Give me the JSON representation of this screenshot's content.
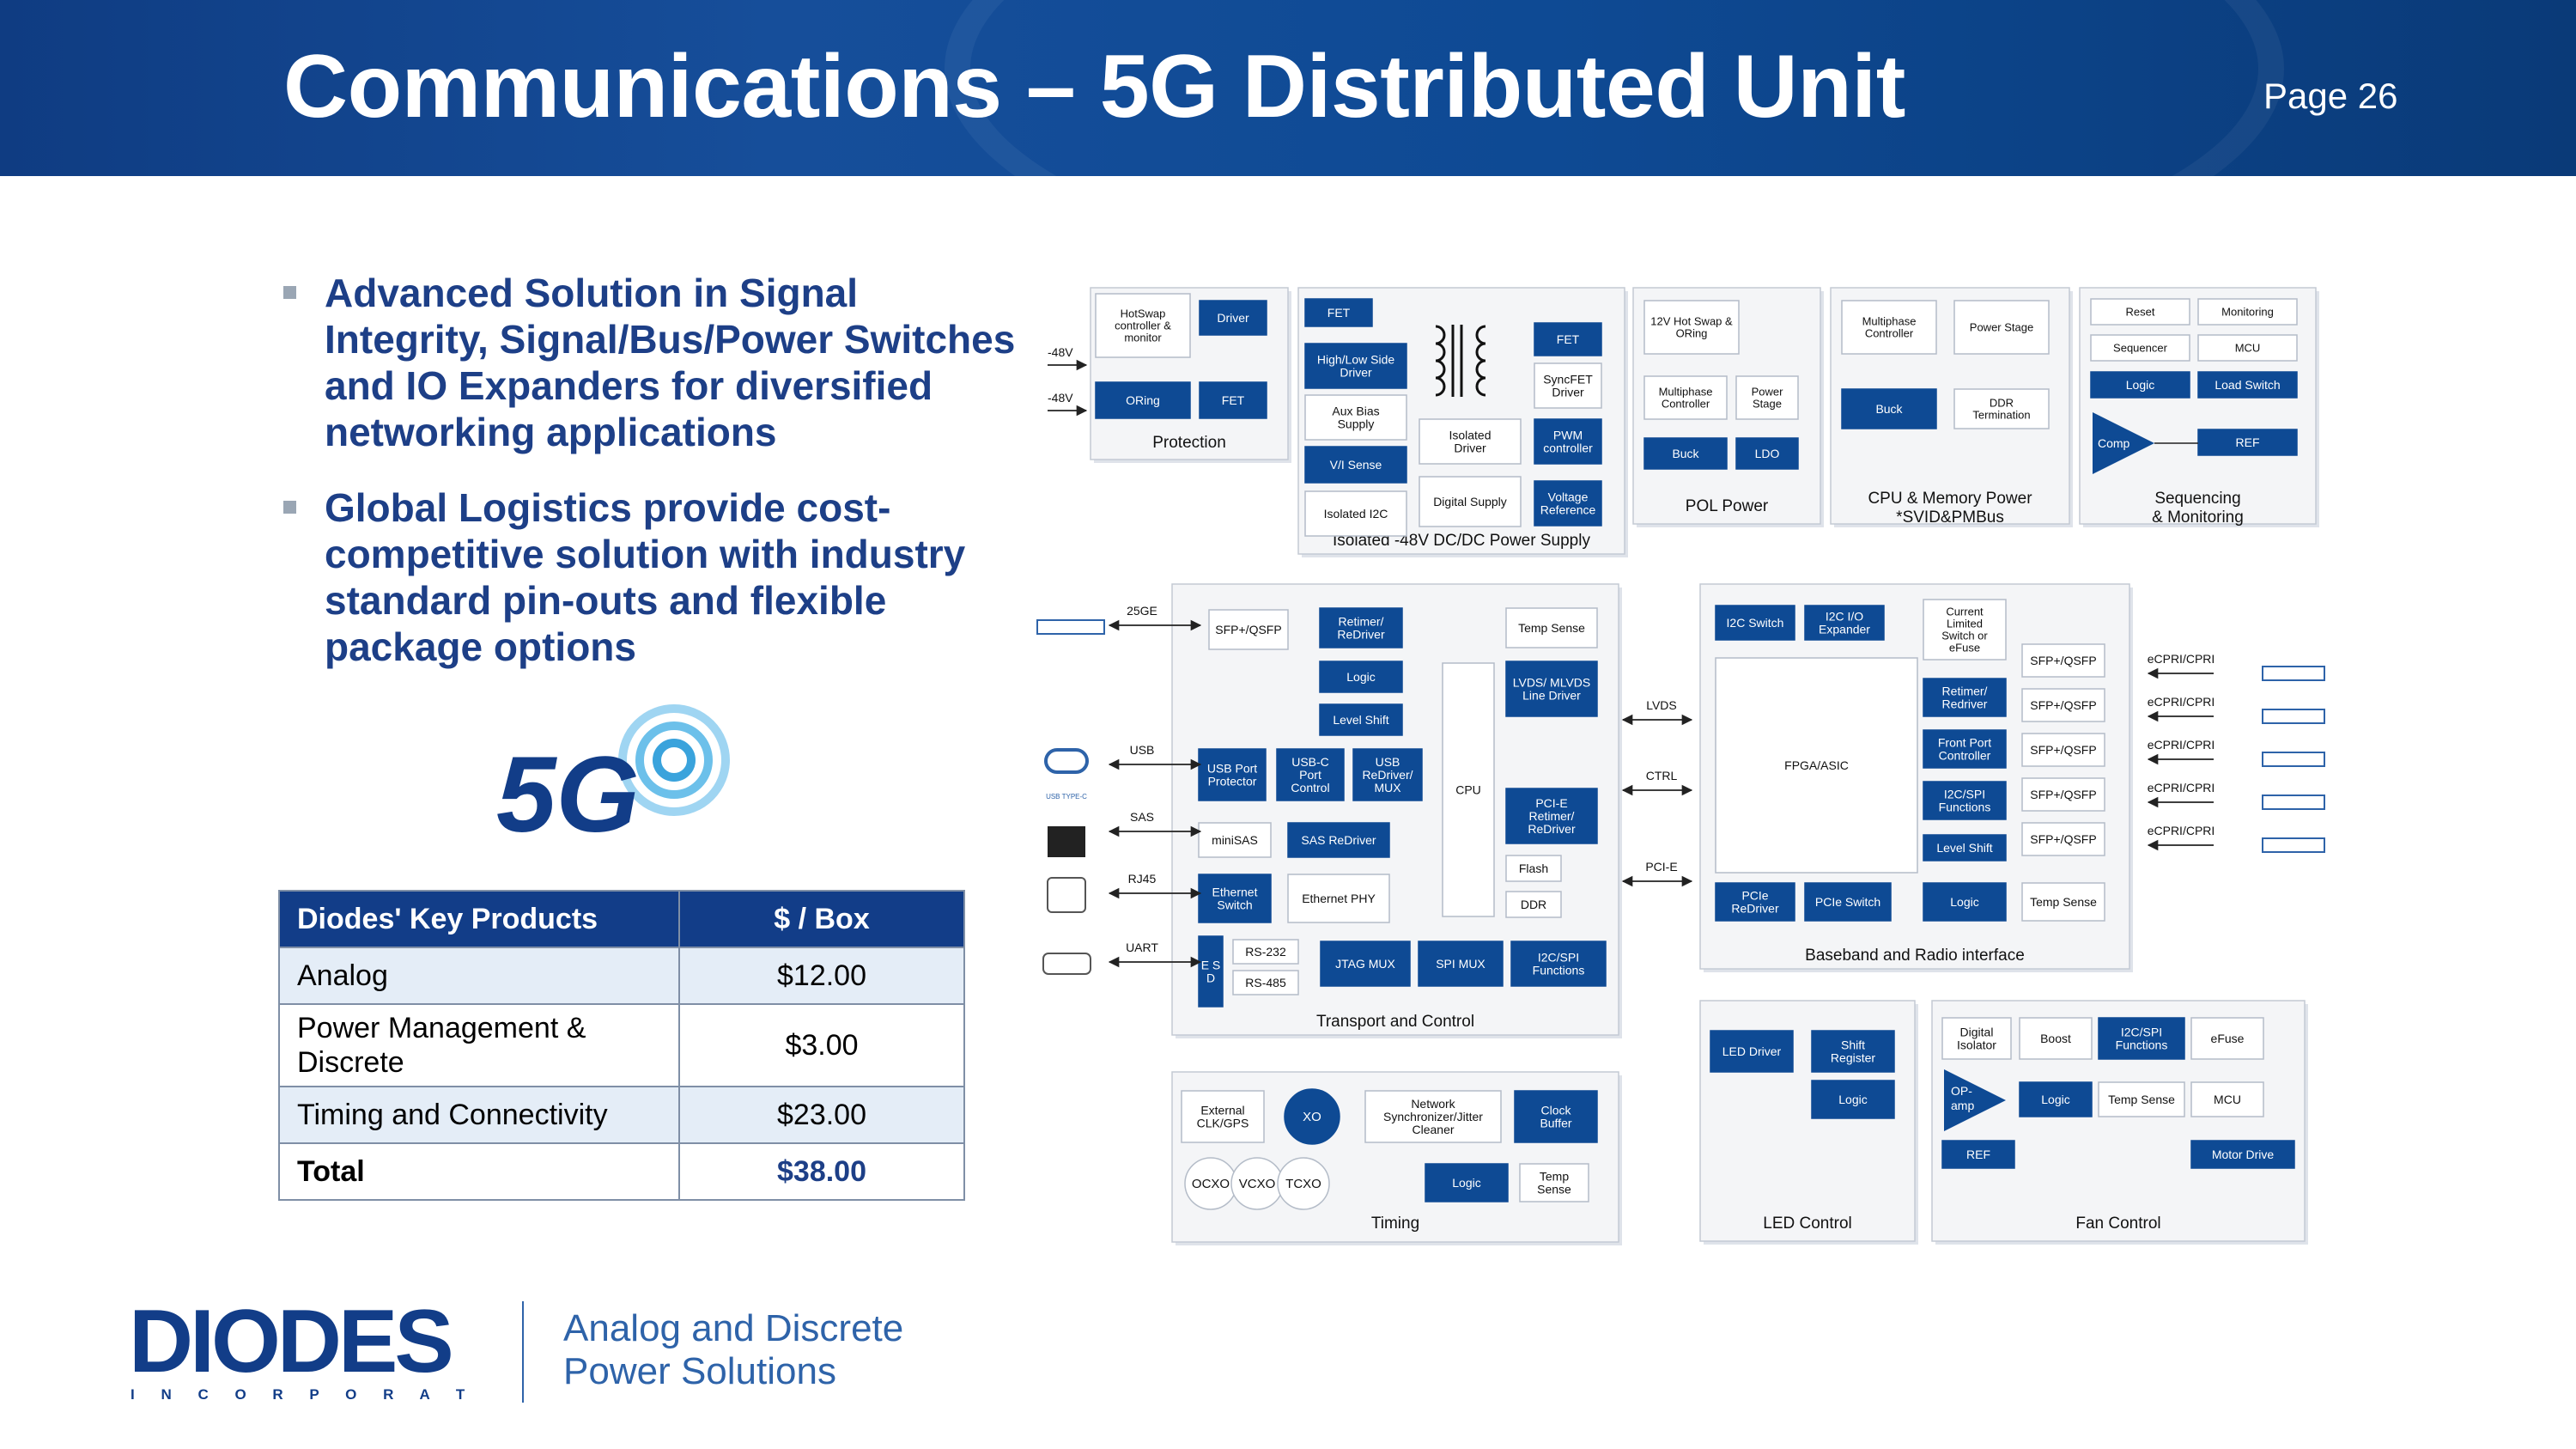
{
  "header": {
    "title": "Communications – 5G Distributed Unit",
    "page": "Page 26"
  },
  "bullets": [
    "Advanced Solution in Signal Integrity, Signal/Bus/Power Switches and IO Expanders for diversified networking applications",
    "Global Logistics provide cost-competitive solution with industry standard pin-outs and flexible package options"
  ],
  "logo_5g": "5G",
  "table": {
    "headers": [
      "Diodes' Key Products",
      "$ / Box"
    ],
    "rows": [
      {
        "product": "Analog",
        "value": "$12.00"
      },
      {
        "product": "Power Management & Discrete",
        "value": "$3.00"
      },
      {
        "product": "Timing and Connectivity",
        "value": "$23.00"
      },
      {
        "product": "Total",
        "value": "$38.00"
      }
    ]
  },
  "footer": {
    "logo": "DIODES",
    "logo_sub": "I N C O R P O R A T E D",
    "tagline_1": "Analog and Discrete",
    "tagline_2": "Power Solutions"
  },
  "colors": {
    "brand_blue": "#123d88",
    "header_blue": "#0f3c82",
    "block_blue": "#0e4a94",
    "accent_light_blue": "#2e63a9"
  },
  "diagram": {
    "sections": [
      {
        "name": "protection",
        "label": "Protection",
        "blocks": [
          "HotSwap controller & monitor",
          "Driver",
          "ORing",
          "FET"
        ],
        "inputs": [
          "-48V",
          "-48V"
        ]
      },
      {
        "name": "dcdc",
        "label": "Isolated -48V DC/DC Power Supply",
        "blocks": [
          "FET",
          "High/Low Side Driver",
          "FET",
          "Aux Bias Supply",
          "SyncFET Driver",
          "V/I Sense",
          "Isolated Driver",
          "PWM controller",
          "Isolated I2C",
          "Digital Supply",
          "Voltage Reference"
        ]
      },
      {
        "name": "pol",
        "label": "POL Power",
        "blocks": [
          "12V Hot Swap & ORing",
          "Multiphase Controller",
          "Power Stage",
          "Buck",
          "LDO"
        ]
      },
      {
        "name": "cpu-mem",
        "label": "CPU & Memory Power *SVID&PMBus",
        "blocks": [
          "Multiphase Controller",
          "Power Stage",
          "Buck",
          "DDR Termination"
        ]
      },
      {
        "name": "sequencing",
        "label": "Sequencing & Monitoring",
        "blocks": [
          "Reset",
          "Monitoring",
          "Sequencer",
          "MCU",
          "Logic",
          "Load Switch",
          "Comp",
          "REF"
        ]
      },
      {
        "name": "transport",
        "label": "Transport and Control",
        "blocks": [
          "SFP+/QSFP",
          "Retimer/ ReDriver",
          "Temp Sense",
          "Logic",
          "LVDS/ MLVDS Line Driver",
          "Level Shift",
          "USB Port Protector",
          "USB-C Port Control",
          "USB ReDriver/ MUX",
          "CPU",
          "PCI-E Retimer/ ReDriver",
          "miniSAS",
          "SAS ReDriver",
          "Flash",
          "Ethernet Switch",
          "Ethernet PHY",
          "DDR",
          "E S D",
          "RS-232",
          "RS-485",
          "JTAG MUX",
          "SPI MUX",
          "I2C/SPI Functions"
        ],
        "ports": [
          "25GE",
          "USB",
          "SAS",
          "RJ45",
          "UART"
        ]
      },
      {
        "name": "baseband",
        "label": "Baseband and Radio interface",
        "blocks": [
          "I2C Switch",
          "I2C I/O Expander",
          "Current Limited Switch or eFuse",
          "FPGA/ASIC",
          "Retimer/ Redriver",
          "Front Port Controller",
          "I2C/SPI Functions",
          "Level Shift",
          "PCIe ReDriver",
          "PCIe Switch",
          "Logic",
          "Temp Sense",
          "SFP+/QSFP",
          "SFP+/QSFP",
          "SFP+/QSFP",
          "SFP+/QSFP",
          "SFP+/QSFP"
        ],
        "ports": [
          "eCPRI/CPRI",
          "eCPRI/CPRI",
          "eCPRI/CPRI",
          "eCPRI/CPRI",
          "eCPRI/CPRI"
        ]
      },
      {
        "name": "timing",
        "label": "Timing",
        "blocks": [
          "External CLK/GPS",
          "XO",
          "Network Synchronizer/Jitter Cleaner",
          "Clock Buffer",
          "OCXO",
          "VCXO",
          "TCXO",
          "Logic",
          "Temp Sense"
        ]
      },
      {
        "name": "led",
        "label": "LED Control",
        "blocks": [
          "LED Driver",
          "Shift Register",
          "Logic"
        ]
      },
      {
        "name": "fan",
        "label": "Fan Control",
        "blocks": [
          "Digital Isolator",
          "Boost",
          "I2C/SPI Functions",
          "eFuse",
          "OP-amp",
          "Logic",
          "Temp Sense",
          "MCU",
          "REF",
          "Motor Drive"
        ]
      }
    ],
    "bus_labels": [
      "LVDS",
      "CTRL",
      "PCI-E"
    ],
    "usb_type_c": "USB TYPE-C"
  }
}
